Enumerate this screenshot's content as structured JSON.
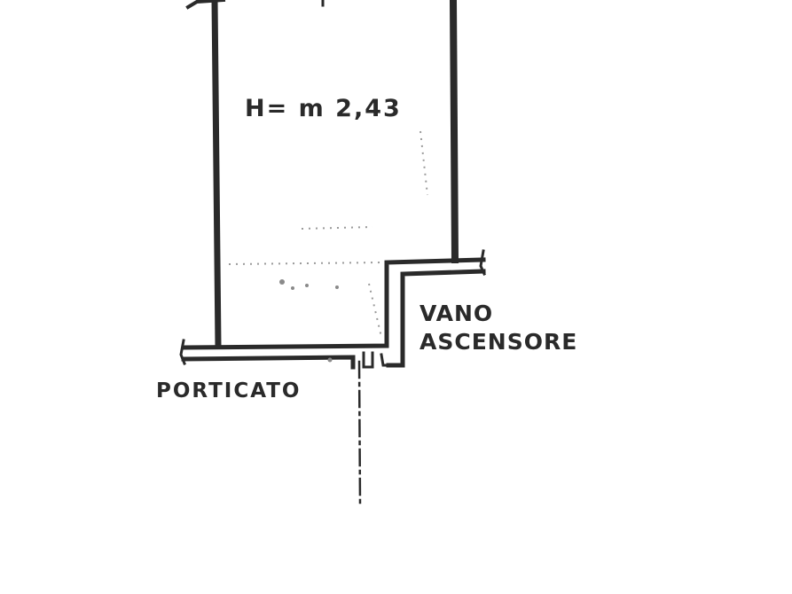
{
  "drawing": {
    "type": "architectural floor plan (scanned)",
    "room_height_label": "H= m 2,43",
    "labels": {
      "elevator_shaft_line1": "VANO",
      "elevator_shaft_line2": "ASCENSORE",
      "portico": "PORTICATO"
    },
    "colors": {
      "background": "#ffffff",
      "ink": "#2a2a2a"
    }
  }
}
